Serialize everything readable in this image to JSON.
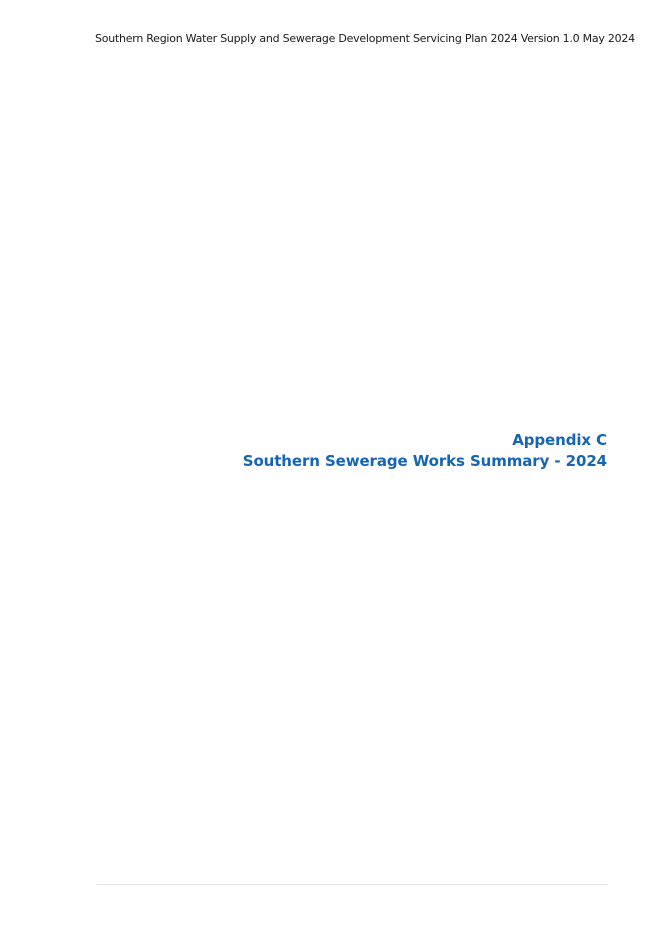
{
  "document": {
    "header_text": "Southern Region Water Supply and Sewerage Development Servicing Plan 2024 Version 1.0 May 2024",
    "appendix_label": "Appendix C",
    "appendix_title": "Southern Sewerage Works Summary - 2024",
    "accent_color": "#1565b6"
  }
}
